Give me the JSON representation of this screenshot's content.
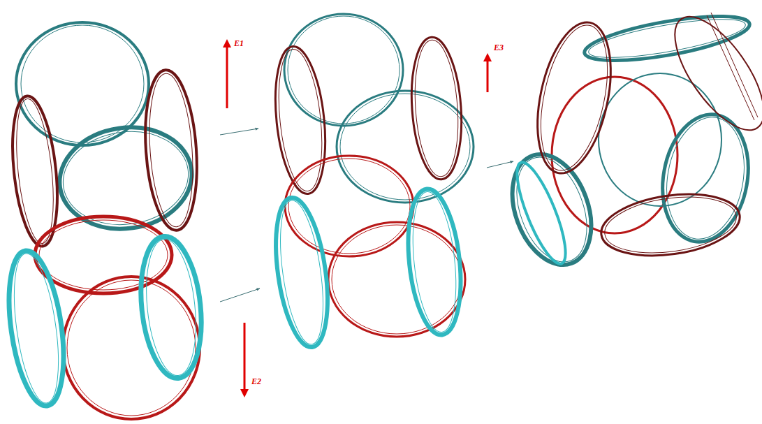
{
  "diagram": {
    "labels": [
      "E1",
      "E2",
      "E3"
    ]
  }
}
